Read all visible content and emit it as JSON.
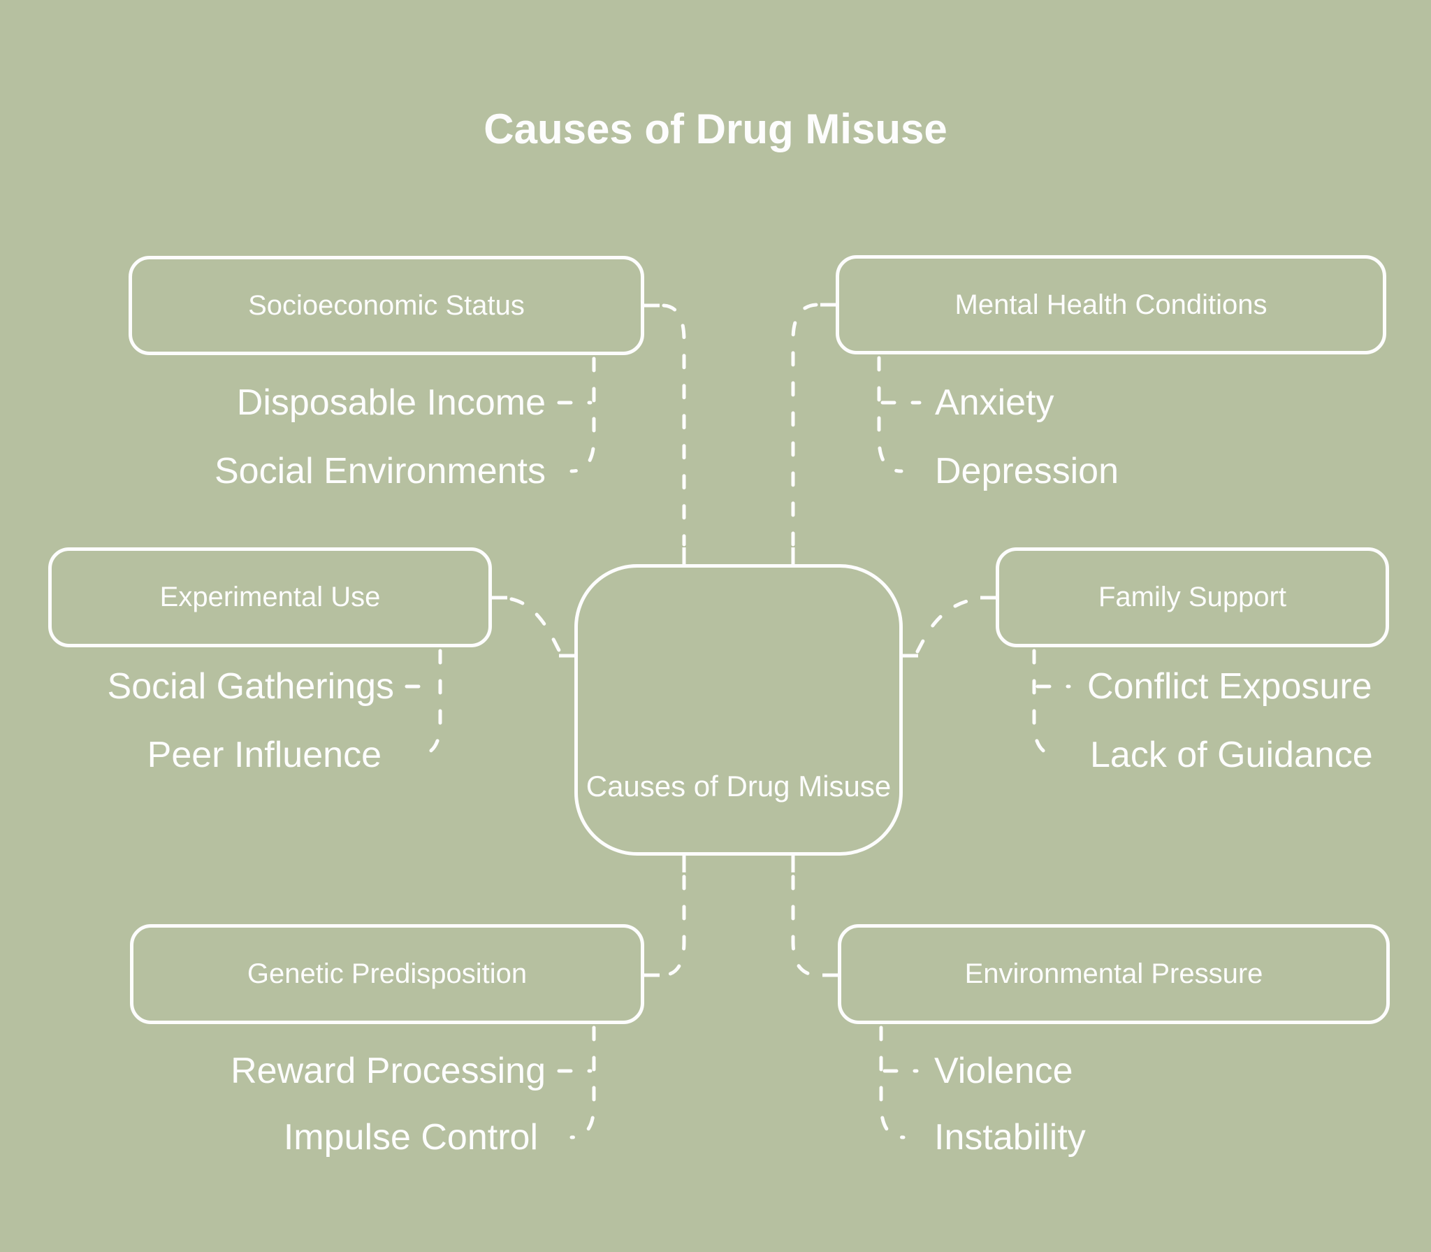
{
  "title": "Causes of Drug Misuse",
  "center": {
    "label": "Causes of Drug Misuse"
  },
  "colors": {
    "background": "#b6c0a0",
    "line": "#fdfdfd",
    "text": "#fdfdfd"
  },
  "branches": [
    {
      "id": "socioeconomic-status",
      "label": "Socioeconomic Status",
      "children": [
        "Disposable Income",
        "Social Environments"
      ]
    },
    {
      "id": "mental-health-conditions",
      "label": "Mental Health Conditions",
      "children": [
        "Anxiety",
        "Depression"
      ]
    },
    {
      "id": "experimental-use",
      "label": "Experimental Use",
      "children": [
        "Social Gatherings",
        "Peer Influence"
      ]
    },
    {
      "id": "family-support",
      "label": "Family Support",
      "children": [
        "Conflict Exposure",
        "Lack of Guidance"
      ]
    },
    {
      "id": "genetic-predisposition",
      "label": "Genetic Predisposition",
      "children": [
        "Reward Processing",
        "Impulse Control"
      ]
    },
    {
      "id": "environmental-pressure",
      "label": "Environmental Pressure",
      "children": [
        "Violence",
        "Instability"
      ]
    }
  ]
}
